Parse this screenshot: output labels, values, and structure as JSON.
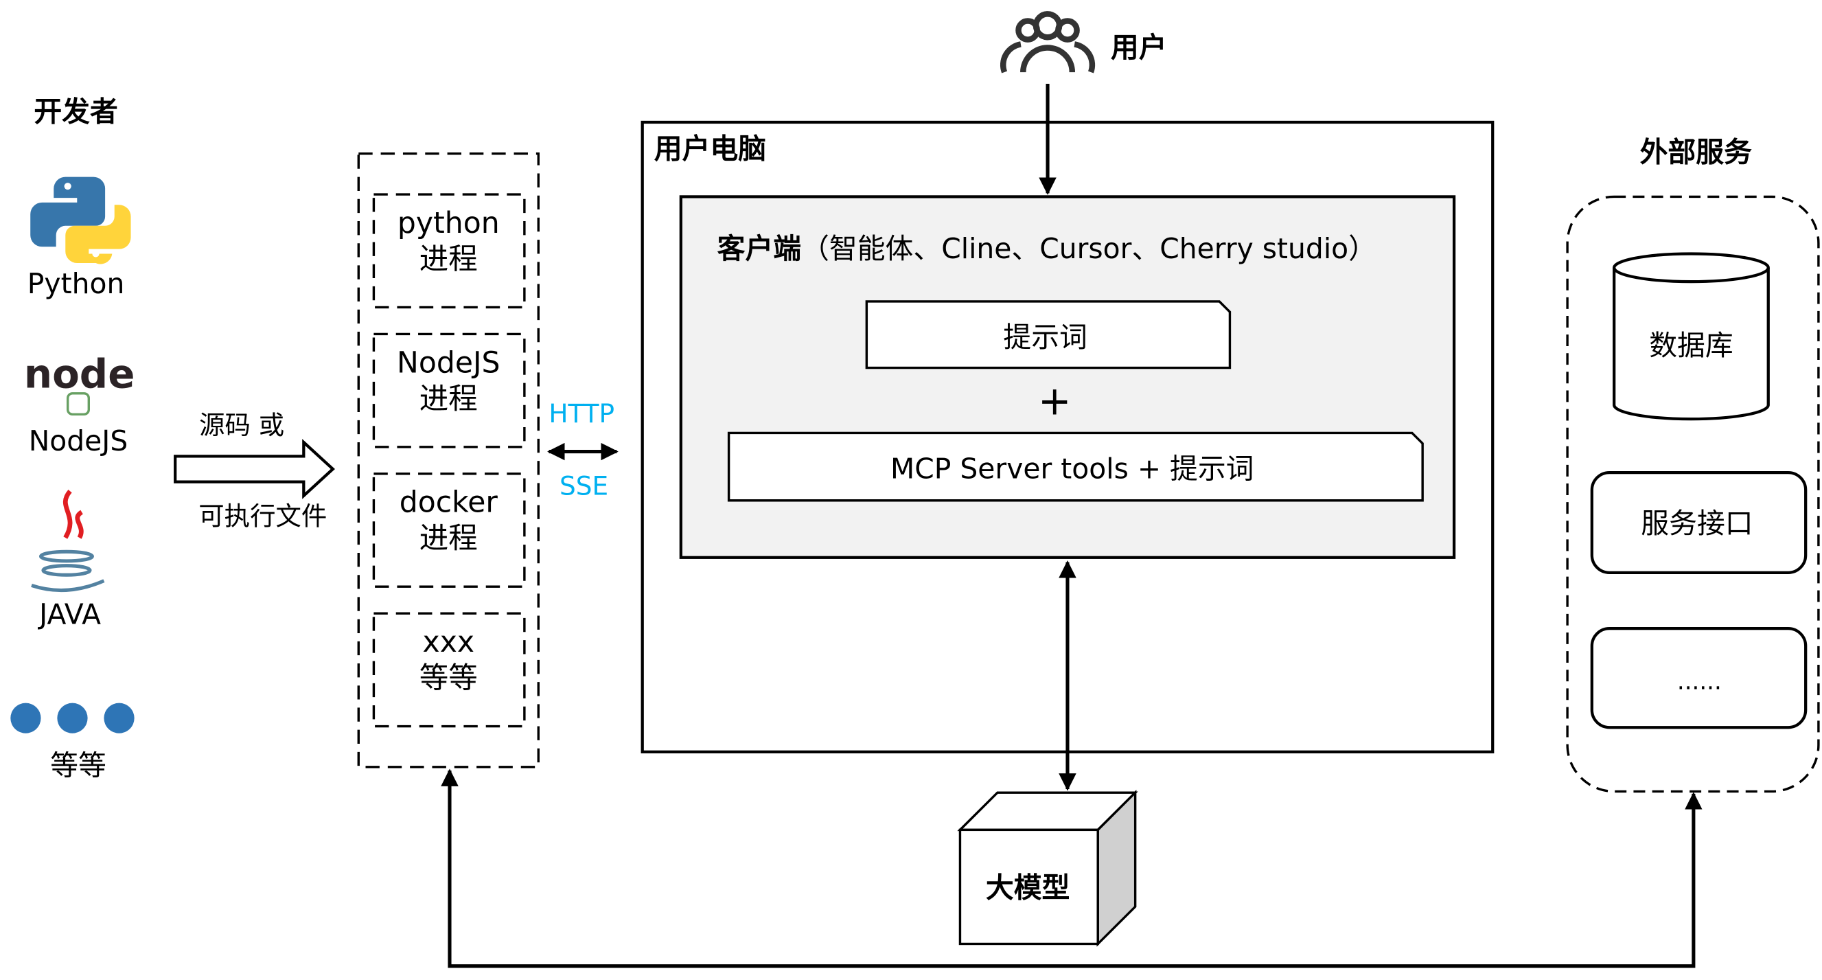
{
  "developers": {
    "title": "开发者",
    "items": [
      {
        "label": "Python",
        "icon": "python-logo-icon"
      },
      {
        "label": "NodeJS",
        "icon": "nodejs-logo-icon",
        "logo_text": "node"
      },
      {
        "label": "JAVA",
        "icon": "java-logo-icon"
      },
      {
        "label": "等等",
        "icon": "dots-icon"
      }
    ]
  },
  "transfer": {
    "top": "源码 或",
    "bottom": "可执行文件"
  },
  "processes": [
    {
      "line1": "python",
      "line2": "进程"
    },
    {
      "line1": "NodeJS",
      "line2": "进程"
    },
    {
      "line1": "docker",
      "line2": "进程"
    },
    {
      "line1": "xxx",
      "line2": "等等"
    }
  ],
  "protocol": {
    "top": "HTTP",
    "bottom": "SSE",
    "color": "#00b0f0"
  },
  "user": {
    "label": "用户"
  },
  "computer": {
    "title": "用户电脑",
    "client": {
      "title": "客户端",
      "subtitle": "（智能体、Cline、Cursor、Cherry studio）",
      "prompt": "提示词",
      "plus": "+",
      "tools": "MCP Server tools + 提示词"
    }
  },
  "llm": {
    "label": "大模型"
  },
  "external": {
    "title": "外部服务",
    "database": "数据库",
    "api": "服务接口",
    "more": "......"
  },
  "colors": {
    "client_bg": "#f2f2f2",
    "dots": "#2e75b6",
    "cube_side": "#d0d0d0"
  }
}
